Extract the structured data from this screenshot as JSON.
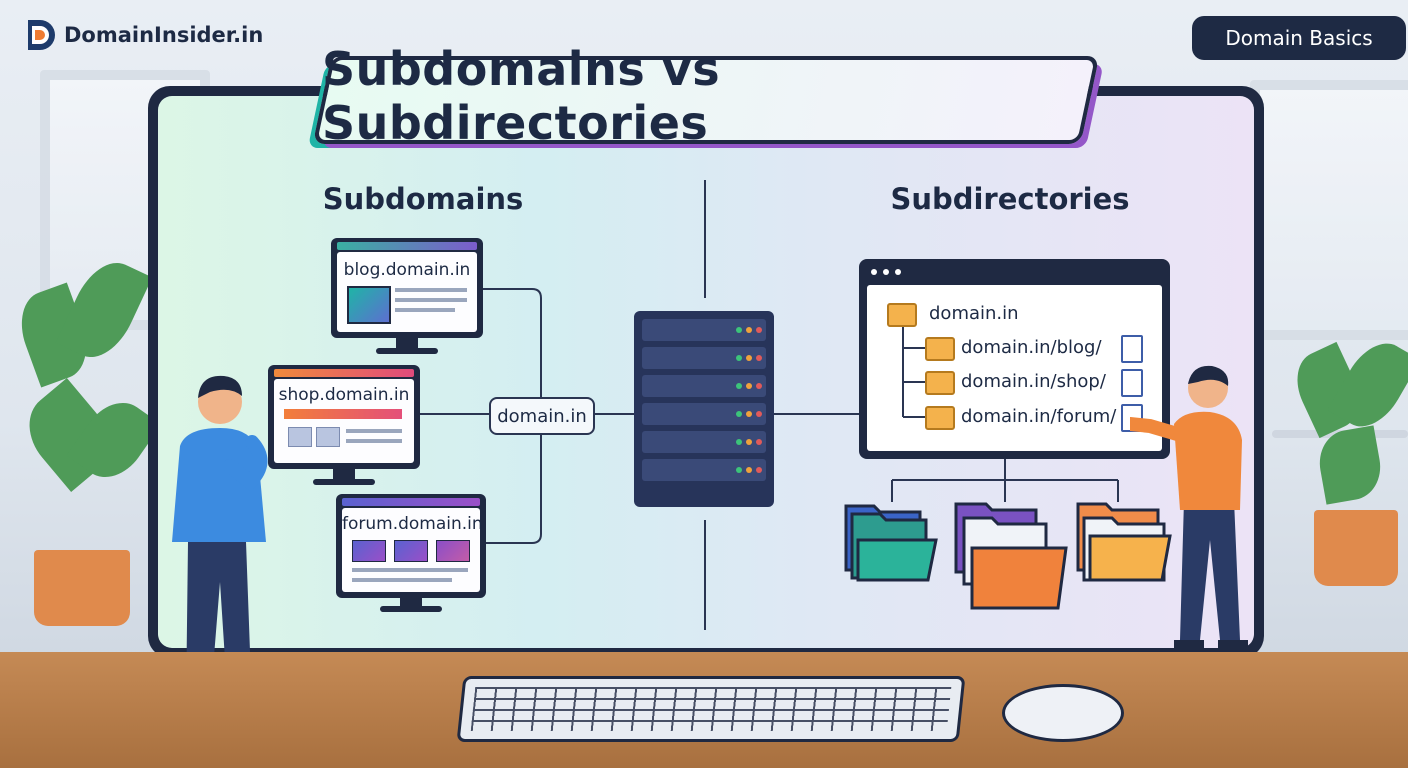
{
  "brand": {
    "name": "DomainInsider.in",
    "icon": "domain-logo-icon"
  },
  "badge": {
    "label": "Domain Basics"
  },
  "title": "Subdomains vs Subdirectories",
  "left": {
    "heading": "Subdomains",
    "sites": [
      "blog.domain.in",
      "shop.domain.in",
      "forum.domain.in"
    ],
    "hub_label": "domain.in"
  },
  "right": {
    "heading": "Subdirectories",
    "root": "domain.in",
    "paths": [
      "domain.in/blog/",
      "domain.in/shop/",
      "domain.in/forum/"
    ]
  },
  "colors": {
    "navy": "#1f2942",
    "teal": "#1fb4a6",
    "purple": "#9457c8",
    "orange": "#f4b24c"
  }
}
